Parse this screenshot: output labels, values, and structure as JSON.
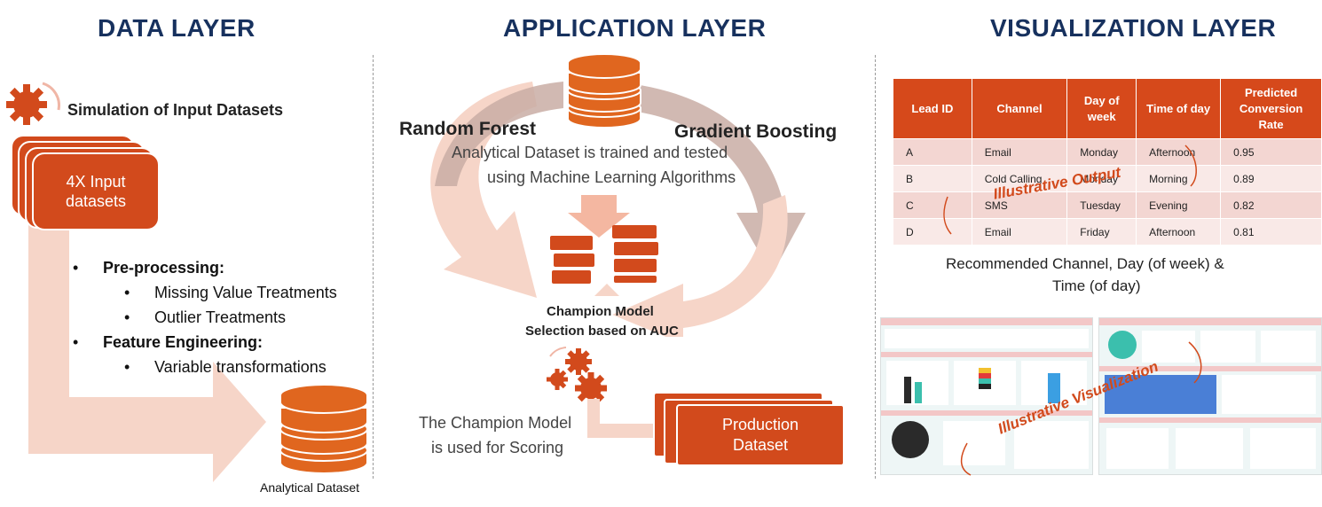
{
  "headers": {
    "data_layer": "DATA LAYER",
    "application_layer": "APPLICATION LAYER",
    "visualization_layer": "VISUALIZATION LAYER"
  },
  "data_layer": {
    "simulation_label": "Simulation of Input Datasets",
    "input_datasets": "4X Input datasets",
    "preprocessing": "Pre-processing:",
    "missing_value": "Missing Value Treatments",
    "outlier": "Outlier Treatments",
    "feature_engineering": "Feature Engineering:",
    "variable_transform": "Variable transformations",
    "analytical_dataset": "Analytical Dataset"
  },
  "application_layer": {
    "random_forest": "Random Forest",
    "gradient_boosting": "Gradient Boosting",
    "train_text_1": "Analytical Dataset is trained and tested",
    "train_text_2": "using Machine Learning Algorithms",
    "champion_1": "Champion Model",
    "champion_2": "Selection based on AUC",
    "scoring_1": "The Champion Model",
    "scoring_2": "is used for Scoring",
    "production_1": "Production",
    "production_2": "Dataset"
  },
  "visualization_layer": {
    "table": {
      "columns": [
        "Lead ID",
        "Channel",
        "Day of week",
        "Time of day",
        "Predicted Conversion Rate"
      ],
      "rows": [
        [
          "A",
          "Email",
          "Monday",
          "Afternoon",
          "0.95"
        ],
        [
          "B",
          "Cold Calling",
          "Monday",
          "Morning",
          "0.89"
        ],
        [
          "C",
          "SMS",
          "Tuesday",
          "Evening",
          "0.82"
        ],
        [
          "D",
          "Email",
          "Friday",
          "Afternoon",
          "0.81"
        ]
      ]
    },
    "illustrative_output": "Illustrative Output",
    "recommendation_1": "Recommended Channel, Day (of week) &",
    "recommendation_2": "Time (of day)",
    "illustrative_visualization": "Illustrative Visualization"
  },
  "colors": {
    "accent": "#d24a1c",
    "header": "#17315e",
    "arrow_light": "#f6d5c8",
    "arrow_mid": "#c9ada4"
  }
}
